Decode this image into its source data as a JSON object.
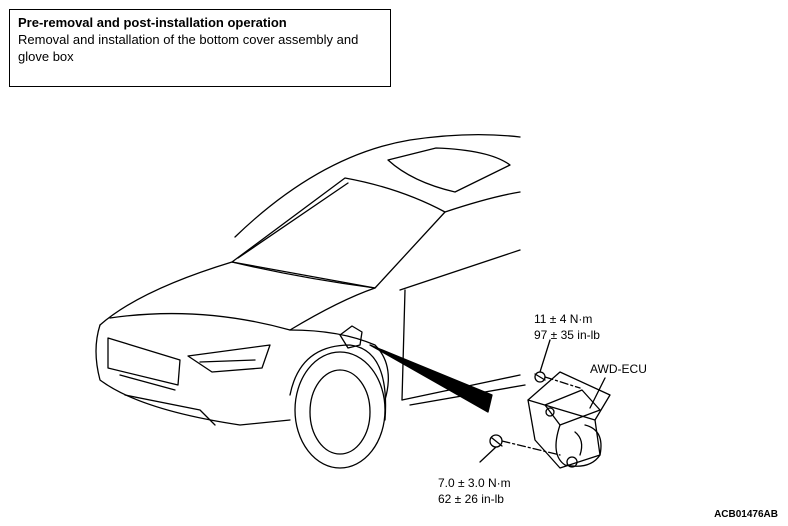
{
  "note": {
    "title": "Pre-removal and post-installation operation",
    "body": "Removal and installation of the bottom cover assembly and glove box"
  },
  "labels": {
    "torque_upper_metric": "11 ± 4 N·m",
    "torque_upper_imperial": "97 ± 35 in-lb",
    "component": "AWD-ECU",
    "torque_lower_metric": "7.0 ± 3.0 N·m",
    "torque_lower_imperial": "62 ± 26 in-lb"
  },
  "figure_code": "ACB01476AB"
}
